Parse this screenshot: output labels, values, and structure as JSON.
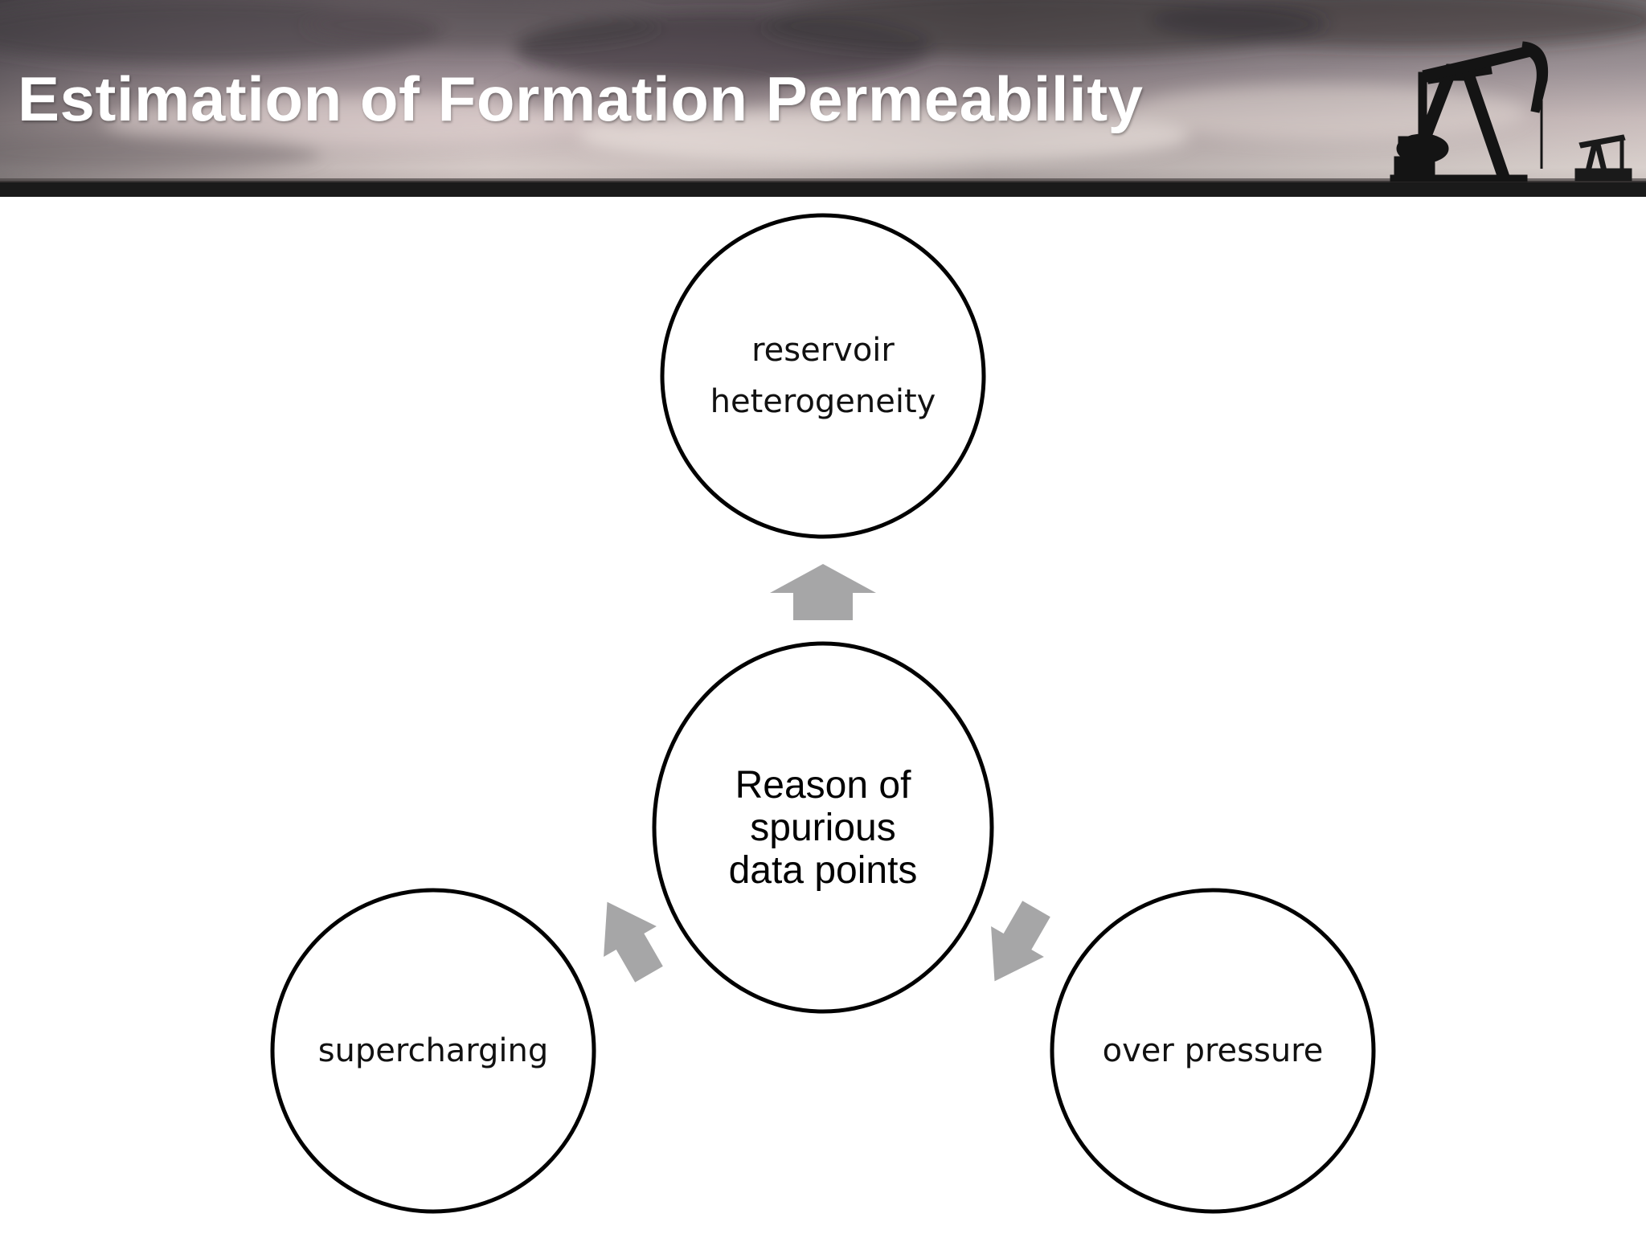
{
  "slide": {
    "title": "Estimation of Formation Permeability"
  },
  "diagram": {
    "center": {
      "lines": [
        "Reason of",
        "spurious",
        "data points"
      ]
    },
    "outer_nodes": [
      {
        "id": "top",
        "lines": [
          "reservoir",
          "heterogeneity"
        ]
      },
      {
        "id": "left",
        "lines": [
          "supercharging"
        ]
      },
      {
        "id": "right",
        "lines": [
          "over pressure"
        ]
      }
    ]
  },
  "colors": {
    "circle_stroke": "#000000",
    "arrow_fill": "#a6a6a7",
    "header_band": "#1a1a1a"
  },
  "icons": [
    "pumpjack-silhouette-icon",
    "small-pumpjack-icon"
  ]
}
